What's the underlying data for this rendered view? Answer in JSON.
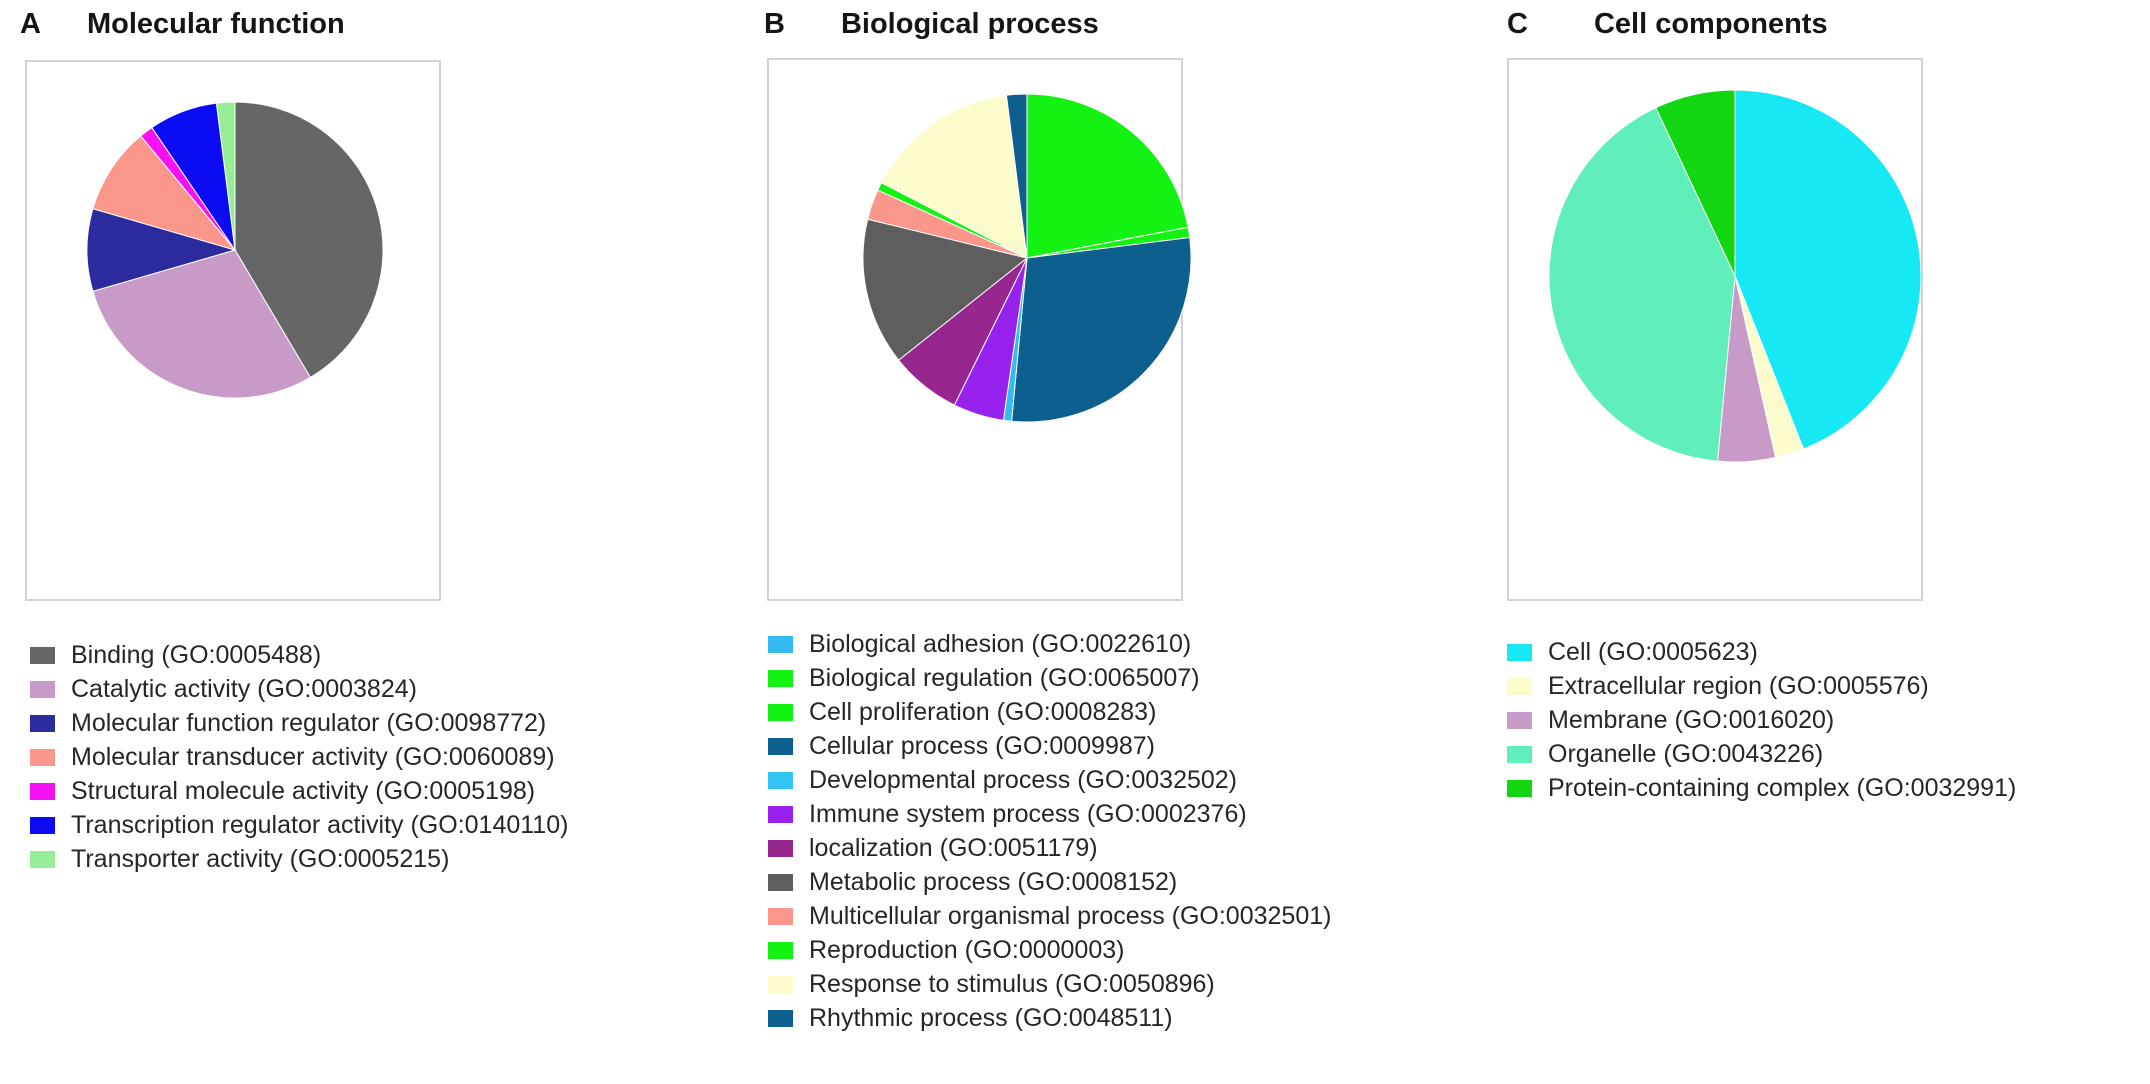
{
  "figure": {
    "panels": [
      {
        "letter": "A",
        "title": "Molecular function"
      },
      {
        "letter": "B",
        "title": "Biological process"
      },
      {
        "letter": "C",
        "title": "Cell components"
      }
    ]
  },
  "legend_a": {
    "items": [
      {
        "label": "Binding (GO:0005488)",
        "color": "#666666"
      },
      {
        "label": "Catalytic activity (GO:0003824)",
        "color": "#c89ac8"
      },
      {
        "label": "Molecular function regulator (GO:0098772)",
        "color": "#2b2b9e"
      },
      {
        "label": "Molecular transducer activity (GO:0060089)",
        "color": "#fb968a"
      },
      {
        "label": "Structural molecule activity (GO:0005198)",
        "color": "#f412f4"
      },
      {
        "label": "Transcription regulator activity (GO:0140110)",
        "color": "#0c0cf4"
      },
      {
        "label": "Transporter activity (GO:0005215)",
        "color": "#96ee96"
      }
    ]
  },
  "legend_b": {
    "items": [
      {
        "label": "Biological adhesion (GO:0022610)",
        "color": "#33bbf0"
      },
      {
        "label": "Biological regulation (GO:0065007)",
        "color": "#13f213"
      },
      {
        "label": "Cell proliferation (GO:0008283)",
        "color": "#13f213"
      },
      {
        "label": "Cellular process (GO:0009987)",
        "color": "#0d5f8e"
      },
      {
        "label": "Developmental process (GO:0032502)",
        "color": "#33c4f4"
      },
      {
        "label": "Immune system process (GO:0002376)",
        "color": "#9722ee"
      },
      {
        "label": "localization (GO:0051179)",
        "color": "#97268f"
      },
      {
        "label": "Metabolic process (GO:0008152)",
        "color": "#5e5e5e"
      },
      {
        "label": "Multicellular organismal process (GO:0032501)",
        "color": "#fb968a"
      },
      {
        "label": "Reproduction (GO:0000003)",
        "color": "#13f213"
      },
      {
        "label": "Response to stimulus (GO:0050896)",
        "color": "#fbfbcc"
      },
      {
        "label": "Rhythmic process (GO:0048511)",
        "color": "#0d5f8e"
      }
    ]
  },
  "legend_c": {
    "items": [
      {
        "label": "Cell (GO:0005623)",
        "color": "#16e9f4"
      },
      {
        "label": "Extracellular region (GO:0005576)",
        "color": "#fbfbcc"
      },
      {
        "label": "Membrane (GO:0016020)",
        "color": "#c89ac8"
      },
      {
        "label": "Organelle (GO:0043226)",
        "color": "#60eeba"
      },
      {
        "label": "Protein-containing complex (GO:0032991)",
        "color": "#13d613"
      }
    ]
  },
  "chart_data": [
    {
      "type": "pie",
      "title": "Molecular function",
      "panel": "A",
      "start_angle_deg": 0,
      "direction": "clockwise",
      "categories": [
        "Binding (GO:0005488)",
        "Catalytic activity (GO:0003824)",
        "Molecular function regulator (GO:0098772)",
        "Molecular transducer activity (GO:0060089)",
        "Structural molecule activity (GO:0005198)",
        "Transcription regulator activity (GO:0140110)",
        "Transporter activity (GO:0005215)"
      ],
      "values": [
        41.5,
        29.0,
        9.0,
        9.5,
        1.5,
        7.5,
        2.0
      ],
      "unit": "percent",
      "colors": [
        "#666666",
        "#c89ac8",
        "#2b2b9e",
        "#fb968a",
        "#f412f4",
        "#0c0cf4",
        "#96ee96"
      ],
      "legend_position": "below"
    },
    {
      "type": "pie",
      "title": "Biological process",
      "panel": "B",
      "start_angle_deg": 0,
      "direction": "clockwise",
      "categories": [
        "Biological regulation (GO:0065007)",
        "Cell proliferation (GO:0008283)",
        "Cellular process (GO:0009987)",
        "Biological adhesion (GO:0022610)",
        "Immune system process (GO:0002376)",
        "localization (GO:0051179)",
        "Metabolic process (GO:0008152)",
        "Multicellular organismal process (GO:0032501)",
        "Reproduction (GO:0000003)",
        "Response to stimulus (GO:0050896)",
        "Rhythmic process (GO:0048511)"
      ],
      "values": [
        22.0,
        1.0,
        28.5,
        0.8,
        5.0,
        7.0,
        14.5,
        3.0,
        0.8,
        15.4,
        2.0
      ],
      "unit": "percent",
      "colors": [
        "#13f213",
        "#13f213",
        "#0d5f8e",
        "#33bbf0",
        "#9722ee",
        "#97268f",
        "#5e5e5e",
        "#fb968a",
        "#13f213",
        "#fbfbcc",
        "#0d5f8e"
      ],
      "legend_position": "below"
    },
    {
      "type": "pie",
      "title": "Cell components",
      "panel": "C",
      "start_angle_deg": 0,
      "direction": "clockwise",
      "categories": [
        "Cell (GO:0005623)",
        "Extracellular region (GO:0005576)",
        "Membrane (GO:0016020)",
        "Organelle (GO:0043226)",
        "Protein-containing complex (GO:0032991)"
      ],
      "values": [
        44.0,
        2.5,
        5.0,
        41.5,
        7.0
      ],
      "unit": "percent",
      "colors": [
        "#16e9f4",
        "#fbfbcc",
        "#c89ac8",
        "#60eeba",
        "#13d613"
      ],
      "legend_position": "below"
    }
  ]
}
